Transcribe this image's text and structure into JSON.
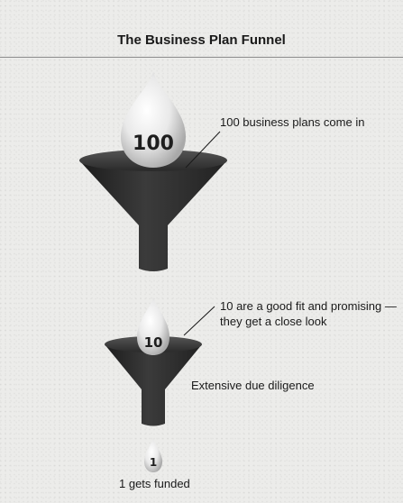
{
  "title": "The Business Plan Funnel",
  "stages": [
    {
      "number": "100",
      "caption": "100 business plans come in"
    },
    {
      "number": "10",
      "caption_line1": "10 are a good fit and promising —",
      "caption_line2": "they get a close look"
    },
    {
      "number": "1",
      "caption": "1 gets funded"
    }
  ],
  "process_label": "Extensive due diligence"
}
